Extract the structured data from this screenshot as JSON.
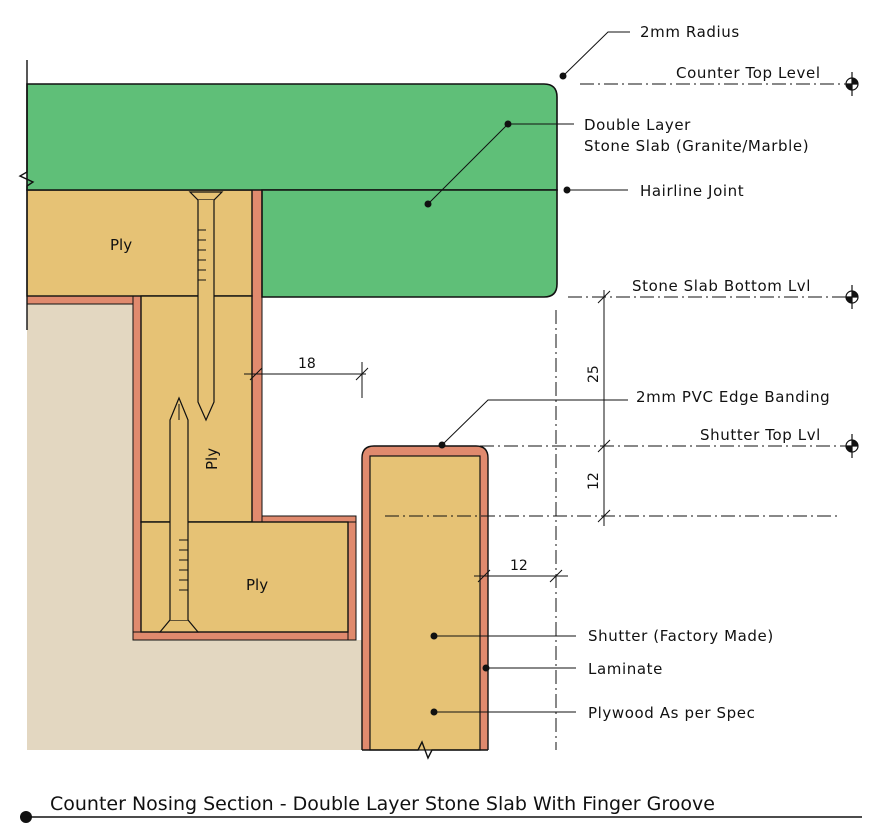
{
  "labels": {
    "radius": "2mm Radius",
    "counter_top_level": "Counter Top Level",
    "double_layer_line1": "Double Layer",
    "double_layer_line2": "Stone Slab (Granite/Marble)",
    "hairline_joint": "Hairline Joint",
    "stone_slab_bottom": "Stone Slab Bottom Lvl",
    "pvc_edge_banding": "2mm PVC Edge Banding",
    "shutter_top": "Shutter Top Lvl",
    "shutter": "Shutter (Factory Made)",
    "laminate": "Laminate",
    "plywood": "Plywood As per Spec"
  },
  "ply_labels": {
    "top": "Ply",
    "middle": "Ply",
    "bottom": "Ply"
  },
  "dimensions": {
    "d18": "18",
    "d25": "25",
    "d12_vertical": "12",
    "d12_horizontal": "12"
  },
  "title": "Counter Nosing Section - Double Layer Stone Slab With Finger Groove",
  "colors": {
    "stone": "#5fbf78",
    "ply": "#e6c275",
    "laminate": "#e08a6e",
    "wall": "#e3d7c1"
  }
}
